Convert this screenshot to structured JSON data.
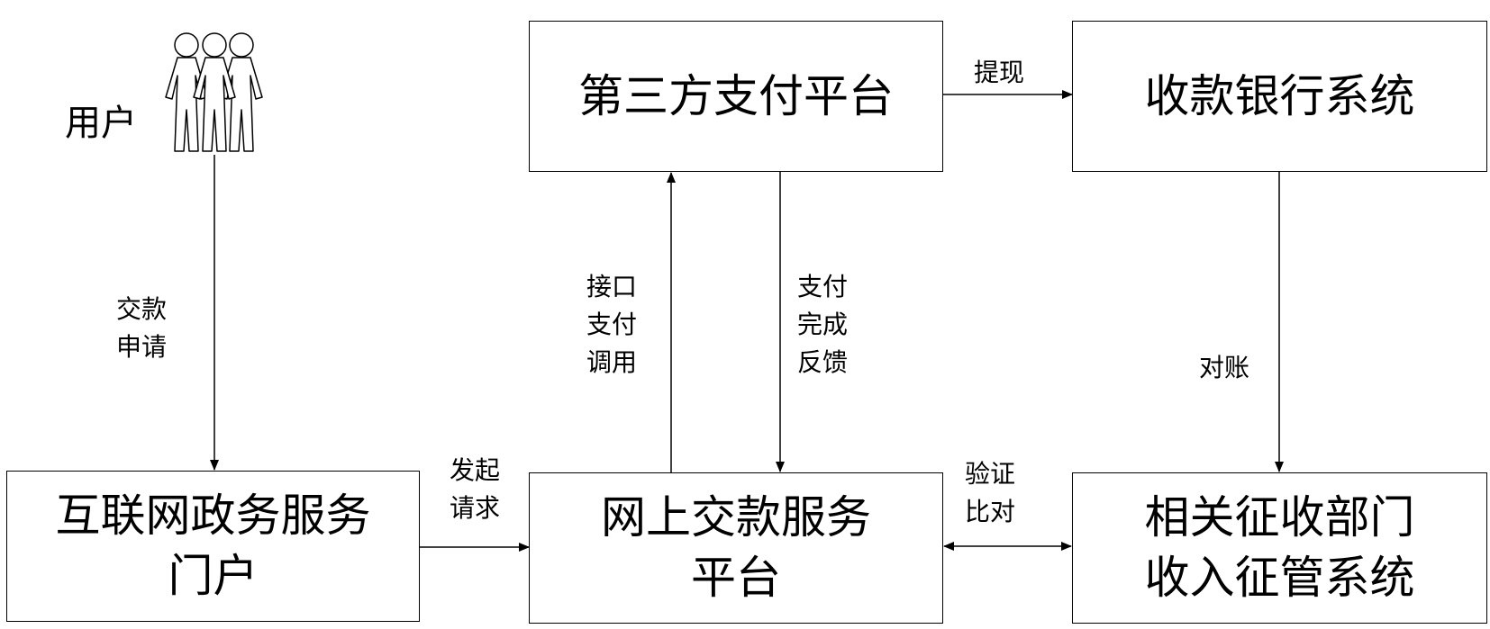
{
  "nodes": {
    "user": {
      "label": "用户"
    },
    "third_party": {
      "label": "第三方支付平台"
    },
    "bank": {
      "label": "收款银行系统"
    },
    "portal": {
      "line1": "互联网政务服务",
      "line2": "门户"
    },
    "platform": {
      "line1": "网上交款服务",
      "line2": "平台"
    },
    "revenue": {
      "line1": "相关征收部门",
      "line2": "收入征管系统"
    }
  },
  "edges": {
    "apply": {
      "line1": "交款",
      "line2": "申请"
    },
    "initiate": {
      "line1": "发起",
      "line2": "请求"
    },
    "interface_call": {
      "line1": "接口",
      "line2": "支付",
      "line3": "调用"
    },
    "payment_feedback": {
      "line1": "支付",
      "line2": "完成",
      "line3": "反馈"
    },
    "withdraw": {
      "label": "提现"
    },
    "reconcile": {
      "label": "对账"
    },
    "verify": {
      "line1": "验证",
      "line2": "比对"
    }
  }
}
